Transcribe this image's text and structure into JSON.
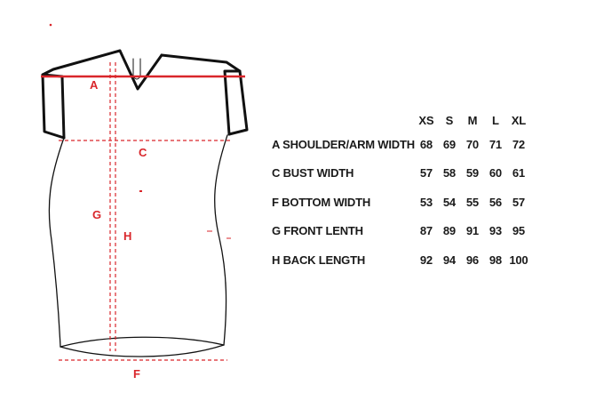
{
  "diagram": {
    "labels": {
      "a": "A",
      "c": "C",
      "g": "G",
      "h": "H",
      "f": "F"
    }
  },
  "size_chart": {
    "sizes": [
      "XS",
      "S",
      "M",
      "L",
      "XL"
    ],
    "rows": [
      {
        "label": "A SHOULDER/ARM WIDTH",
        "values": [
          "68",
          "69",
          "70",
          "71",
          "72"
        ]
      },
      {
        "label": "C BUST WIDTH",
        "values": [
          "57",
          "58",
          "59",
          "60",
          "61"
        ]
      },
      {
        "label": "F BOTTOM WIDTH",
        "values": [
          "53",
          "54",
          "55",
          "56",
          "57"
        ]
      },
      {
        "label": "G FRONT LENTH",
        "values": [
          "87",
          "89",
          "91",
          "93",
          "95"
        ]
      },
      {
        "label": "H BACK LENGTH",
        "values": [
          "92",
          "94",
          "96",
          "98",
          "100"
        ]
      }
    ]
  },
  "colors": {
    "measure": "#d9262b",
    "outline": "#111111"
  }
}
